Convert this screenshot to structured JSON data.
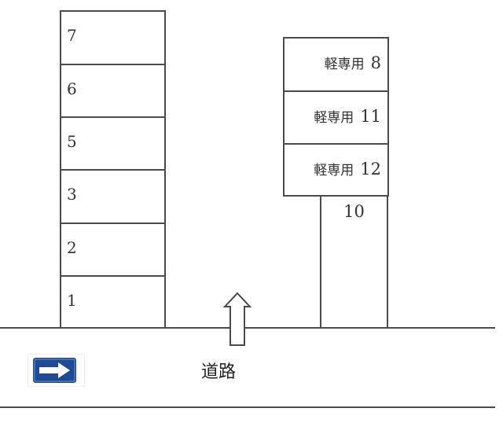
{
  "left_column": {
    "spaces": [
      {
        "label": "7"
      },
      {
        "label": "6"
      },
      {
        "label": "5"
      },
      {
        "label": "3"
      },
      {
        "label": "2"
      },
      {
        "label": "1"
      }
    ]
  },
  "right_block": {
    "spaces": [
      {
        "type": "軽専用",
        "label": "8"
      },
      {
        "type": "軽専用",
        "label": "11"
      },
      {
        "type": "軽専用",
        "label": "12"
      }
    ]
  },
  "space_10": {
    "label": "10"
  },
  "road": {
    "label": "道路",
    "entrance_arrow_icon": "arrow-up-outline-icon"
  },
  "one_way_sign": {
    "icon": "one-way-right-arrow-sign-icon",
    "color": "#1e4a96"
  },
  "colors": {
    "line": "#4a4a4a",
    "background": "#ffffff",
    "sign_blue": "#1e4a96"
  }
}
